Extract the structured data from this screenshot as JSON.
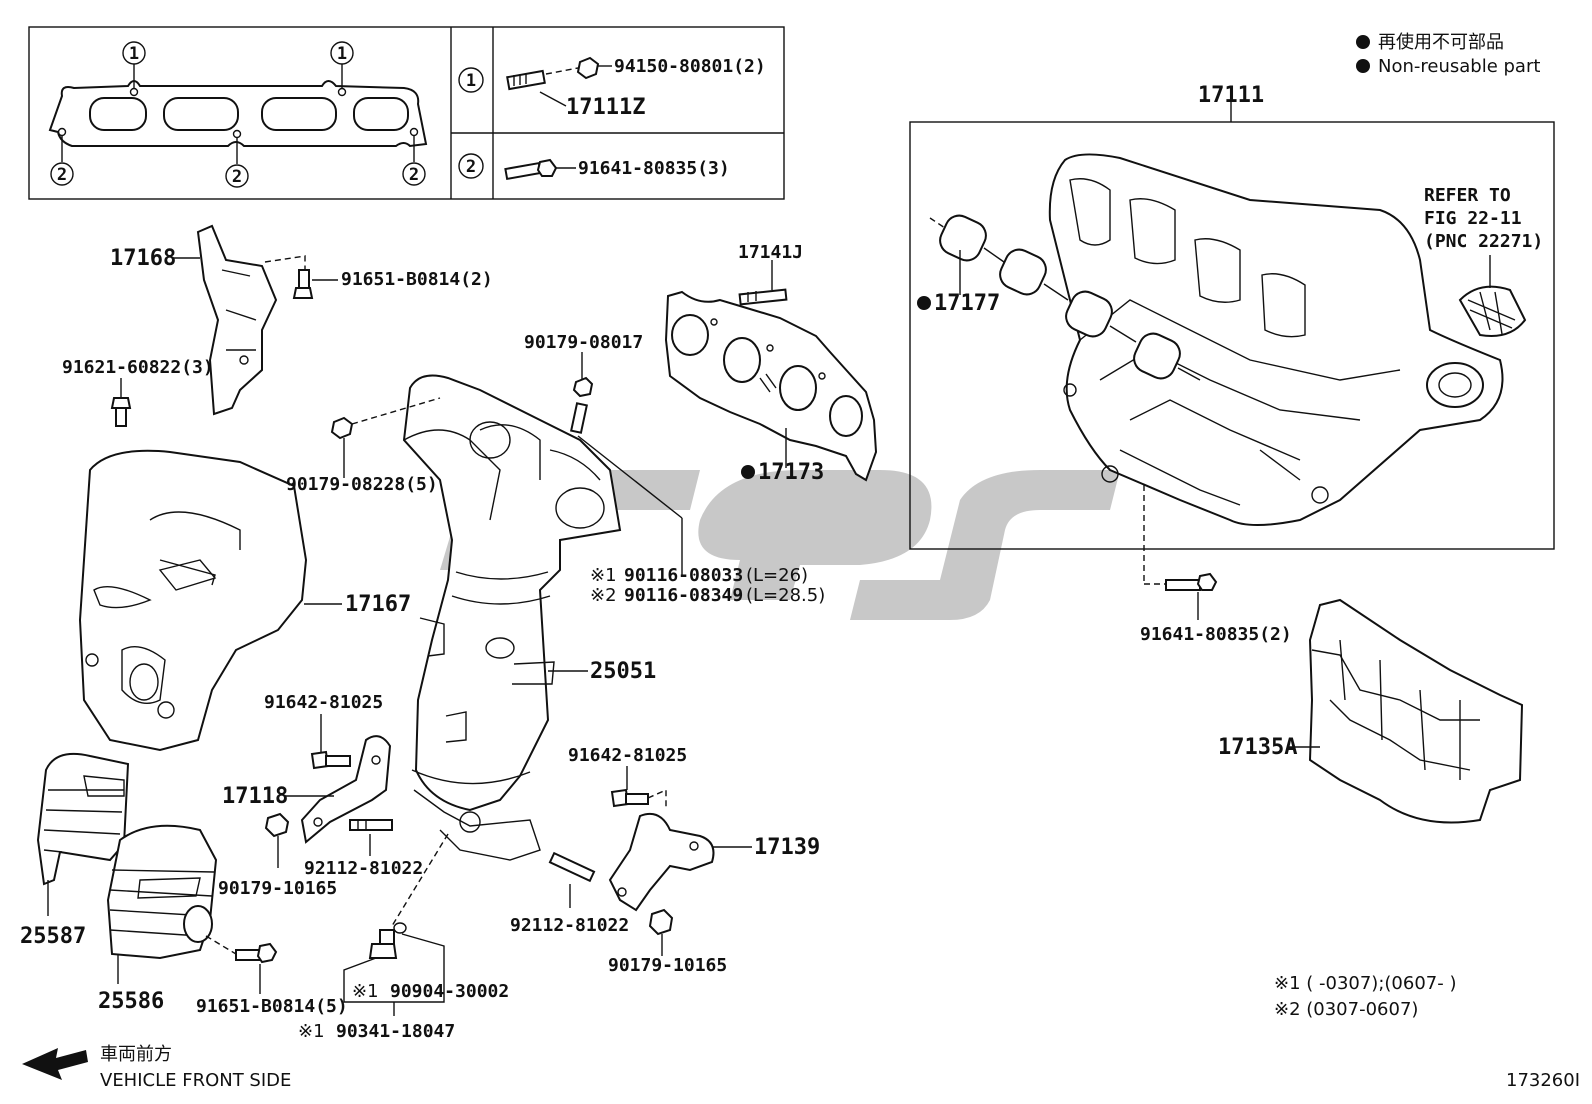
{
  "legend": {
    "dot_ja": "再使用不可部品",
    "dot_en": "Non-reusable part"
  },
  "inset": {
    "row1": {
      "circle": "1",
      "part_main": "17111Z",
      "part_nut": "94150-80801(2)"
    },
    "row2": {
      "circle": "2",
      "part_bolt": "91641-80835(3)"
    },
    "gasket_markers_top": [
      "1",
      "1"
    ],
    "gasket_markers_bottom": [
      "2",
      "2",
      "2"
    ]
  },
  "parts": {
    "p17111": "17111",
    "refer": [
      "REFER TO",
      "FIG 22-11",
      "(PNC 22271)"
    ],
    "p17177": "17177",
    "p17141J": "17141J",
    "p17173": "17173",
    "p17168": "17168",
    "p91651a": "91651-B0814(2)",
    "p91621": "91621-60822(3)",
    "p90179_08017": "90179-08017",
    "p90179_08228": "90179-08228(5)",
    "p17167": "17167",
    "p90116_1": "90116-08033",
    "p90116_1_len": "(L=26)",
    "p90116_2": "90116-08349",
    "p90116_2_len": "(L=28.5)",
    "mark1": "※1",
    "mark2": "※2",
    "p25051": "25051",
    "p91641b": "91641-80835(2)",
    "p17135A": "17135A",
    "p91642a": "91642-81025",
    "p17118": "17118",
    "p90179_10165a": "90179-10165",
    "p92112a": "92112-81022",
    "p91642b": "91642-81025",
    "p17139": "17139",
    "p92112b": "92112-81022",
    "p90179_10165b": "90179-10165",
    "p25587": "25587",
    "p25586": "25586",
    "p91651b": "91651-B0814(5)",
    "p90904": "90904-30002",
    "p90341": "90341-18047"
  },
  "footnotes": {
    "fn1": "※1 (      -0307);(0607-      )",
    "fn2": "※2 (0307-0607)"
  },
  "direction": {
    "ja": "車両前方",
    "en": "VEHICLE FRONT SIDE"
  },
  "figure_id": "173260I"
}
